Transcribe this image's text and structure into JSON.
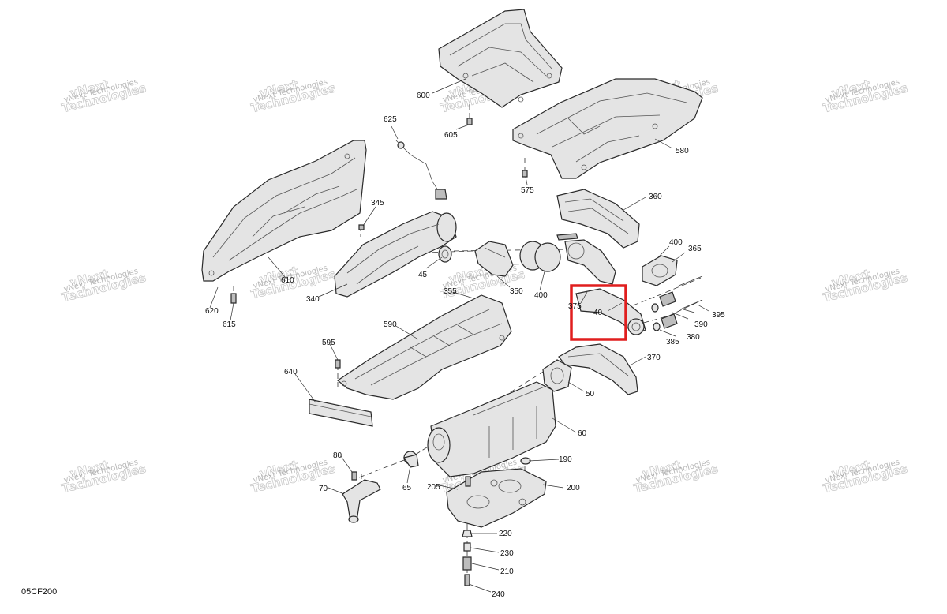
{
  "diagram_code": "05CF200",
  "watermark": {
    "line1": "vNext",
    "line2": "Technologies",
    "combined": "vNext Technologies"
  },
  "highlight_color": "#e01e1e",
  "callouts": {
    "c40": "40",
    "c45": "45",
    "c50": "50",
    "c60": "60",
    "c65": "65",
    "c70": "70",
    "c80": "80",
    "c190": "190",
    "c200": "200",
    "c205": "205",
    "c210": "210",
    "c220": "220",
    "c230": "230",
    "c240": "240",
    "c340": "340",
    "c345": "345",
    "c350": "350",
    "c355": "355",
    "c360": "360",
    "c365": "365",
    "c370": "370",
    "c375": "375",
    "c380": "380",
    "c385": "385",
    "c390": "390",
    "c395": "395",
    "c400a": "400",
    "c400b": "400",
    "c575": "575",
    "c580": "580",
    "c590": "590",
    "c595": "595",
    "c600": "600",
    "c605": "605",
    "c610": "610",
    "c615": "615",
    "c620": "620",
    "c625": "625",
    "c640": "640"
  }
}
